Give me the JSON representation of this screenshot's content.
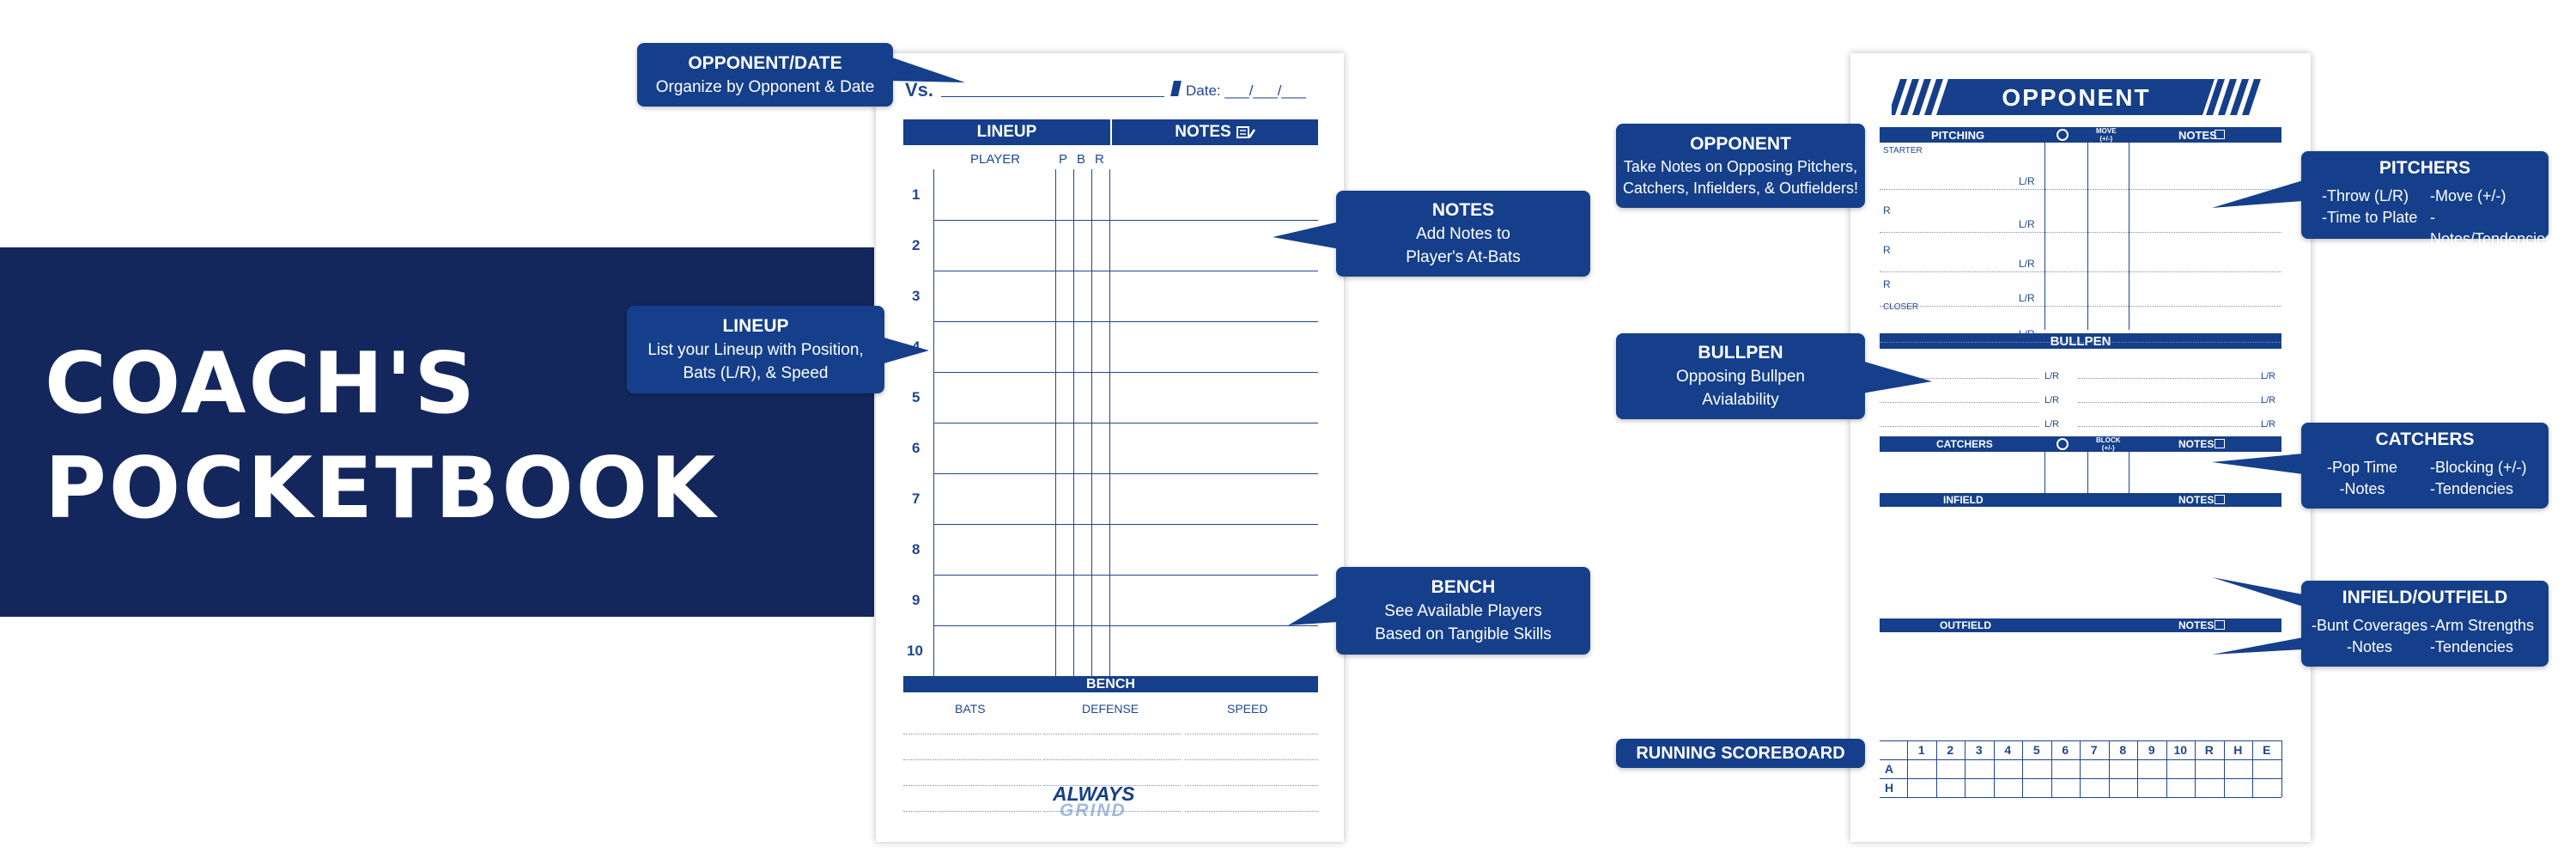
{
  "hero": {
    "line1": "COACH'S",
    "line2": "POCKETBOOK"
  },
  "left_page": {
    "vs_label": "Vs.",
    "date_label": "Date: ___/___/___",
    "lineup_header": "LINEUP",
    "notes_header": "NOTES",
    "notes_icon": "notes-pencil-icon",
    "col_player": "PLAYER",
    "col_p": "P",
    "col_b": "B",
    "col_r": "R",
    "rows": [
      "1",
      "2",
      "3",
      "4",
      "5",
      "6",
      "7",
      "8",
      "9",
      "10"
    ],
    "bench_header": "BENCH",
    "bench_cols": [
      "BATS",
      "DEFENSE",
      "SPEED"
    ],
    "logo_line1": "ALWAYS",
    "logo_line2": "GRIND"
  },
  "right_page": {
    "banner": "OPPONENT",
    "pitching": "PITCHING",
    "timer_icon": "stopwatch-icon",
    "move": "MOVE",
    "move_sub": "(+/-)",
    "notes": "NOTES",
    "starter": "STARTER",
    "r": "R",
    "closer": "CLOSER",
    "lr": "L/R",
    "bullpen": "BULLPEN",
    "catchers": "CATCHERS",
    "block": "BLOCK",
    "block_sub": "(+/-)",
    "infield": "INFIELD",
    "outfield": "OUTFIELD",
    "scoreboard_cols": [
      "1",
      "2",
      "3",
      "4",
      "5",
      "6",
      "7",
      "8",
      "9",
      "10",
      "R",
      "H",
      "E"
    ],
    "scoreboard_rows": [
      "A",
      "H"
    ]
  },
  "callouts": {
    "opponent_date": {
      "title": "OPPONENT/DATE",
      "lines": [
        "Organize by Opponent & Date"
      ]
    },
    "notes": {
      "title": "NOTES",
      "lines": [
        "Add Notes to",
        "Player's At-Bats"
      ]
    },
    "lineup": {
      "title": "LINEUP",
      "lines": [
        "List your Lineup with Position,",
        "Bats (L/R), & Speed"
      ]
    },
    "bench": {
      "title": "BENCH",
      "lines": [
        "See Available Players",
        "Based on Tangible Skills"
      ]
    },
    "opponent": {
      "title": "OPPONENT",
      "lines": [
        "Take Notes on Opposing Pitchers,",
        "Catchers, Infielders, & Outfielders!"
      ]
    },
    "bullpen": {
      "title": "BULLPEN",
      "lines": [
        "Opposing Bullpen",
        "Avialability"
      ]
    },
    "scoreboard": {
      "title": "RUNNING SCOREBOARD"
    },
    "pitchers": {
      "title": "PITCHERS",
      "c1": [
        "-Throw (L/R)",
        "-Time to Plate"
      ],
      "c2": [
        "-Move (+/-)",
        "-Notes/Tendencies"
      ]
    },
    "catchers": {
      "title": "CATCHERS",
      "c1": [
        "-Pop Time",
        "-Notes"
      ],
      "c2": [
        "-Blocking (+/-)",
        "-Tendencies"
      ]
    },
    "infield_outfield": {
      "title": "INFIELD/OUTFIELD",
      "c1": [
        "-Bunt Coverages",
        "-Notes"
      ],
      "c2": [
        "-Arm Strengths",
        "-Tendencies"
      ]
    }
  },
  "colors": {
    "navy": "#14275c",
    "brand_blue": "#153f8a",
    "ink": "#1f4690"
  }
}
